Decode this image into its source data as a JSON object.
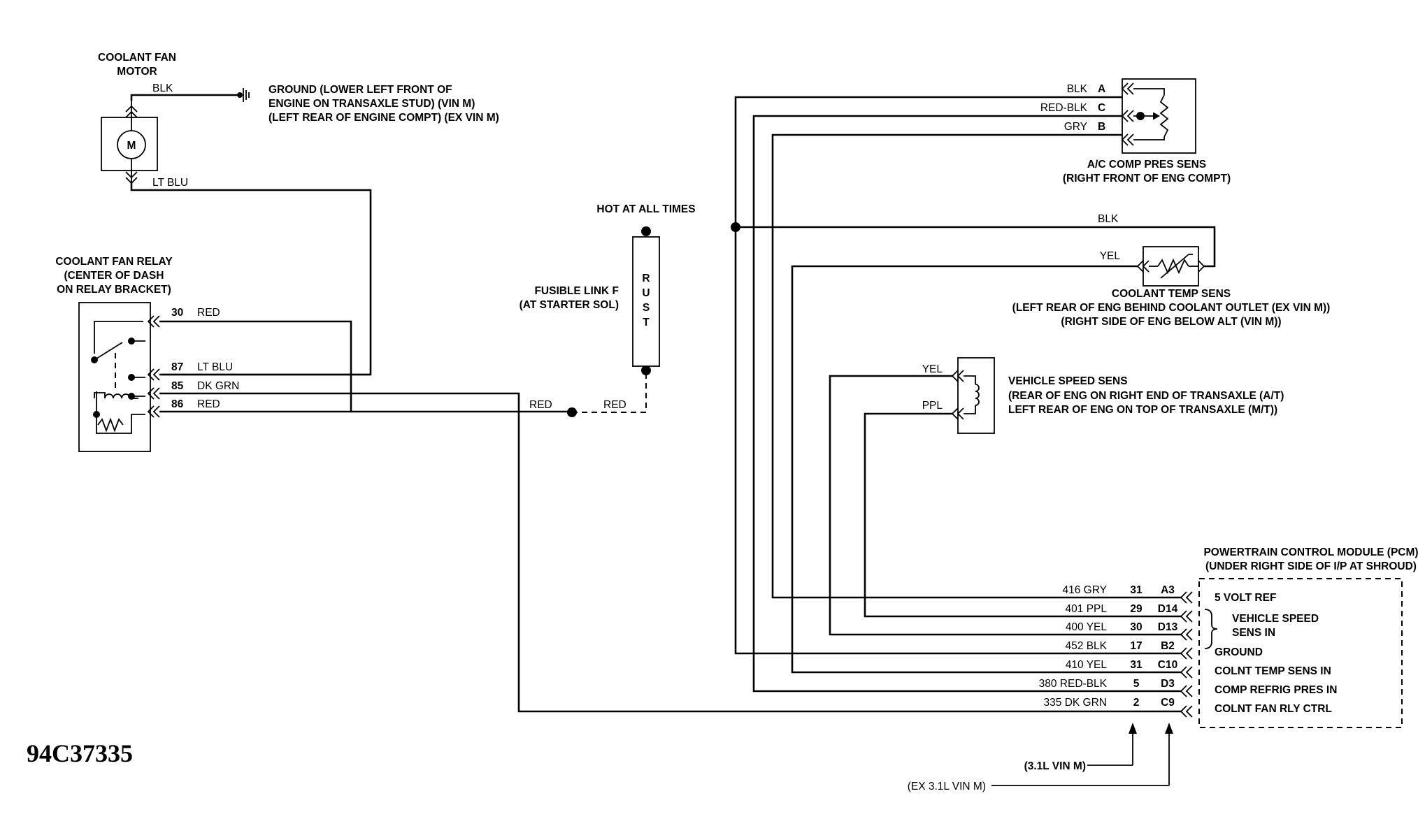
{
  "fan_motor": {
    "title_line1": "COOLANT FAN",
    "title_line2": "MOTOR",
    "symbol": "M",
    "wire_top": "BLK",
    "wire_bottom": "LT BLU"
  },
  "ground": {
    "line1": "GROUND (LOWER LEFT FRONT OF",
    "line2": "ENGINE ON TRANSAXLE STUD) (VIN M)",
    "line3": "(LEFT REAR OF ENGINE COMPT) (EX VIN M)"
  },
  "relay": {
    "title_line1": "COOLANT FAN RELAY",
    "title_line2": "(CENTER OF DASH",
    "title_line3": "ON RELAY BRACKET)",
    "pins": [
      {
        "num": "30",
        "color": "RED"
      },
      {
        "num": "87",
        "color": "LT BLU"
      },
      {
        "num": "85",
        "color": "DK GRN"
      },
      {
        "num": "86",
        "color": "RED"
      }
    ]
  },
  "fusible": {
    "hot_label": "HOT AT ALL TIMES",
    "line1": "FUSIBLE LINK F",
    "line2": "(AT STARTER SOL)",
    "letters": [
      "R",
      "U",
      "S",
      "T"
    ],
    "wire_left": "RED",
    "wire_right": "RED"
  },
  "ac_sensor": {
    "title_line1": "A/C COMP PRES SENS",
    "title_line2": "(RIGHT FRONT OF ENG COMPT)",
    "pins": [
      {
        "color": "BLK",
        "pin": "A"
      },
      {
        "color": "RED-BLK",
        "pin": "C"
      },
      {
        "color": "GRY",
        "pin": "B"
      }
    ]
  },
  "coolant_sensor": {
    "wire_top": "BLK",
    "wire_left": "YEL",
    "line1": "COOLANT TEMP SENS",
    "line2": "(LEFT REAR OF ENG BEHIND COOLANT OUTLET (EX VIN M))",
    "line3": "(RIGHT SIDE OF ENG BELOW ALT (VIN M))"
  },
  "vss": {
    "wire_top": "YEL",
    "wire_bottom": "PPL",
    "line1": "VEHICLE SPEED SENS",
    "line2": "(REAR OF ENG ON RIGHT END OF TRANSAXLE (A/T)",
    "line3": "LEFT REAR OF ENG ON TOP OF TRANSAXLE (M/T))"
  },
  "pcm": {
    "title_line1": "POWERTRAIN CONTROL MODULE (PCM)",
    "title_line2": "(UNDER RIGHT SIDE OF I/P AT SHROUD)",
    "rows": [
      {
        "circuit": "416 GRY",
        "pin31": "31",
        "pin": "A3"
      },
      {
        "circuit": "401 PPL",
        "pin31": "29",
        "pin": "D14"
      },
      {
        "circuit": "400 YEL",
        "pin31": "30",
        "pin": "D13"
      },
      {
        "circuit": "452 BLK",
        "pin31": "17",
        "pin": "B2"
      },
      {
        "circuit": "410 YEL",
        "pin31": "31",
        "pin": "C10"
      },
      {
        "circuit": "380 RED-BLK",
        "pin31": "5",
        "pin": "D3"
      },
      {
        "circuit": "335 DK GRN",
        "pin31": "2",
        "pin": "C9"
      }
    ],
    "functions": {
      "volt_ref": "5 VOLT REF",
      "vss_line1": "VEHICLE SPEED",
      "vss_line2": "SENS IN",
      "ground": "GROUND",
      "colnt_temp": "COLNT TEMP SENS IN",
      "comp_refrig": "COMP REFRIG PRES IN",
      "colnt_fan": "COLNT FAN RLY CTRL"
    },
    "note_31": "(3.1L VIN M)",
    "note_ex": "(EX 3.1L VIN M)"
  },
  "figure_id": "94C37335"
}
